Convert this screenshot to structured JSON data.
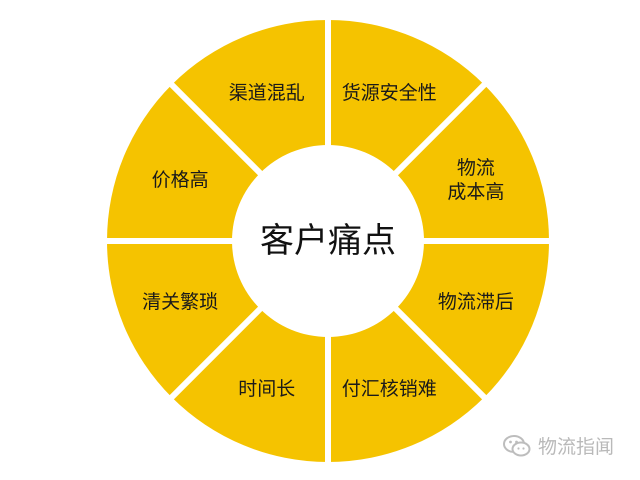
{
  "diagram": {
    "center": "客户痛点",
    "segments": [
      {
        "lines": [
          "货源安全性"
        ]
      },
      {
        "lines": [
          "物流",
          "成本高"
        ]
      },
      {
        "lines": [
          "物流滞后"
        ]
      },
      {
        "lines": [
          "付汇核销难"
        ]
      },
      {
        "lines": [
          "时间长"
        ]
      },
      {
        "lines": [
          "清关繁琐"
        ]
      },
      {
        "lines": [
          "价格高"
        ]
      },
      {
        "lines": [
          "渠道混乱"
        ]
      }
    ]
  },
  "watermark": {
    "text": "物流指闻"
  },
  "colors": {
    "segment_fill": "#F5C300",
    "gap": "#ffffff",
    "center_fill": "#ffffff",
    "text": "#1a1a1a"
  }
}
